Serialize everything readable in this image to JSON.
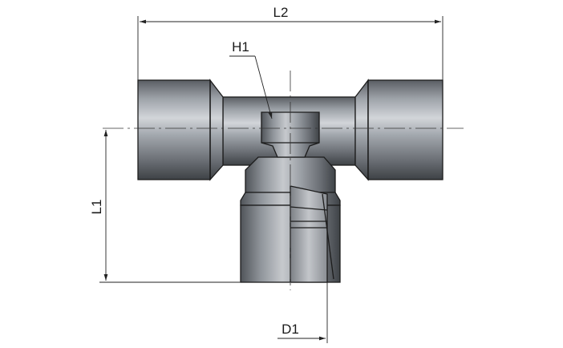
{
  "labels": {
    "l2": "L2",
    "l1": "L1",
    "h1": "H1",
    "d1": "D1"
  },
  "colors": {
    "metal_dark": "#4a4e53",
    "metal_mid": "#8d9298",
    "metal_light": "#c9ccd0",
    "bore": "#b7babf",
    "line": "#1c1c1c"
  }
}
